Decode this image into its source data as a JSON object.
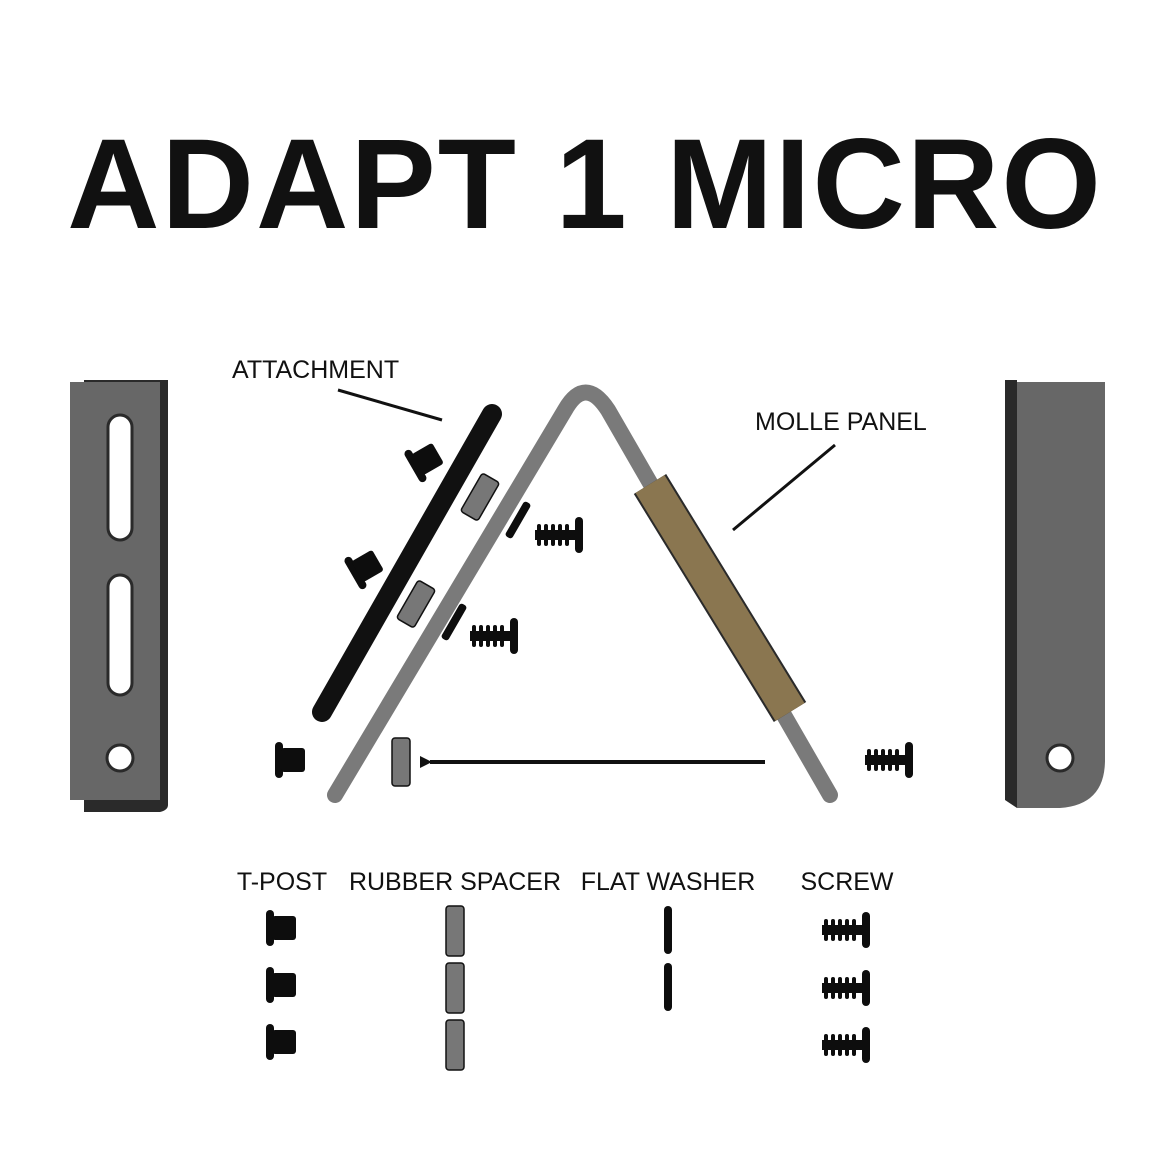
{
  "title": "ADAPT 1 MICRO",
  "labels": {
    "attachment": "ATTACHMENT",
    "molle_panel": "MOLLE PANEL"
  },
  "legend": {
    "t_post": "T-POST",
    "rubber_spacer": "RUBBER SPACER",
    "flat_washer": "FLAT WASHER",
    "screw": "SCREW"
  },
  "colors": {
    "bracket": "#676767",
    "bracket_edge": "#2a2a2a",
    "attachment": "#111111",
    "molle_panel": "#7a7a7a",
    "molle_fabric": "#8a7650",
    "spacer": "#777777",
    "hardware": "#0d0d0d"
  }
}
